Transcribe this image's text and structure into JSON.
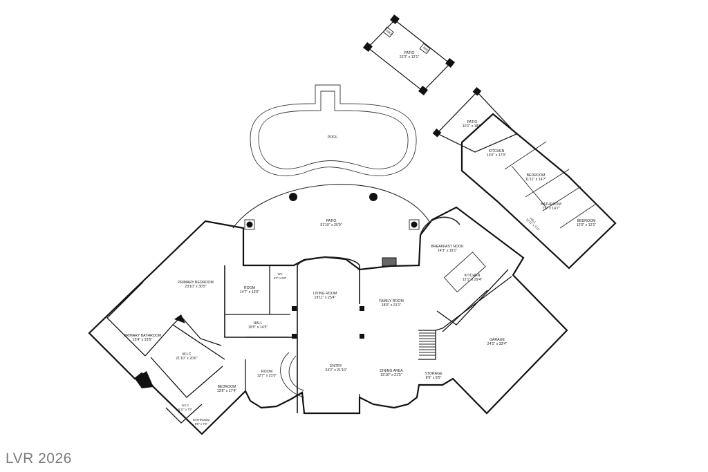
{
  "watermark": "LVR 2026",
  "rooms": {
    "patio_top": {
      "name": "PATIO",
      "dims": "22'2\" x 12'1\""
    },
    "pool": {
      "name": "POOL"
    },
    "patio_casita": {
      "name": "PATIO",
      "dims": "10'1\" x 18'0\""
    },
    "kitchen_casita": {
      "name": "KITCHEN",
      "dims": "13'6\" x 17'0\""
    },
    "bedroom_casita1": {
      "name": "BEDROOM",
      "dims": "11'11\" x 14'7\""
    },
    "bathroom_casita": {
      "name": "BATHROOM",
      "dims": "7'6\" x 14'7\""
    },
    "bedroom_casita2": {
      "name": "BEDROOM",
      "dims": "12'0\" x 12'1\""
    },
    "hall_casita": {
      "name": "HALL",
      "dims": "32'11\" x 3'11\""
    },
    "patio_main": {
      "name": "PATIO",
      "dims": "51'10\" x 25'9\""
    },
    "breakfast_nook": {
      "name": "BREAKFAST NOOK",
      "dims": "14'3\" x 19'1\""
    },
    "kitchen_main": {
      "name": "KITCHEN",
      "dims": "12'1\" x 29'4\""
    },
    "primary_bedroom": {
      "name": "PRIMARY BEDROOM",
      "dims": "23'10\" x 30'5\""
    },
    "room_1": {
      "name": "ROOM",
      "dims": "14'7\" x 13'6\""
    },
    "wc": {
      "name": "WC",
      "dims": "6'3\" x 5'8\""
    },
    "living_room": {
      "name": "LIVING ROOM",
      "dims": "19'11\" x 25'4\""
    },
    "family_room": {
      "name": "FAMILY ROOM",
      "dims": "18'0\" x 21'1\""
    },
    "hall_main": {
      "name": "HALL",
      "dims": "19'5\" x 14'5\""
    },
    "primary_bathroom": {
      "name": "PRIMARY BATHROOM",
      "dims": "25'4\" x 23'5\""
    },
    "wic_primary": {
      "name": "W.I.C",
      "dims": "21'10\" x 20'6\""
    },
    "garage": {
      "name": "GARAGE",
      "dims": "24'1\" x 33'4\""
    },
    "room_2": {
      "name": "ROOM",
      "dims": "12'7\" x 21'0\""
    },
    "entry": {
      "name": "ENTRY",
      "dims": "24'2\" x 21'10\""
    },
    "dining_area": {
      "name": "DINING AREA",
      "dims": "15'10\" x 21'5\""
    },
    "storage": {
      "name": "STORAGE",
      "dims": "8'6\" x 8'5\""
    },
    "bedroom_main": {
      "name": "BEDROOM",
      "dims": "13'6\" x 17'4\""
    },
    "wic_small": {
      "name": "W.I.C",
      "dims": "5'11\" x 7'5\""
    },
    "bathroom_main": {
      "name": "BATHROOM",
      "dims": "8'6\" x 7'5\""
    }
  },
  "fixtures": {
    "bbq_1": "BBQ",
    "bbq_2": "BBQ"
  }
}
